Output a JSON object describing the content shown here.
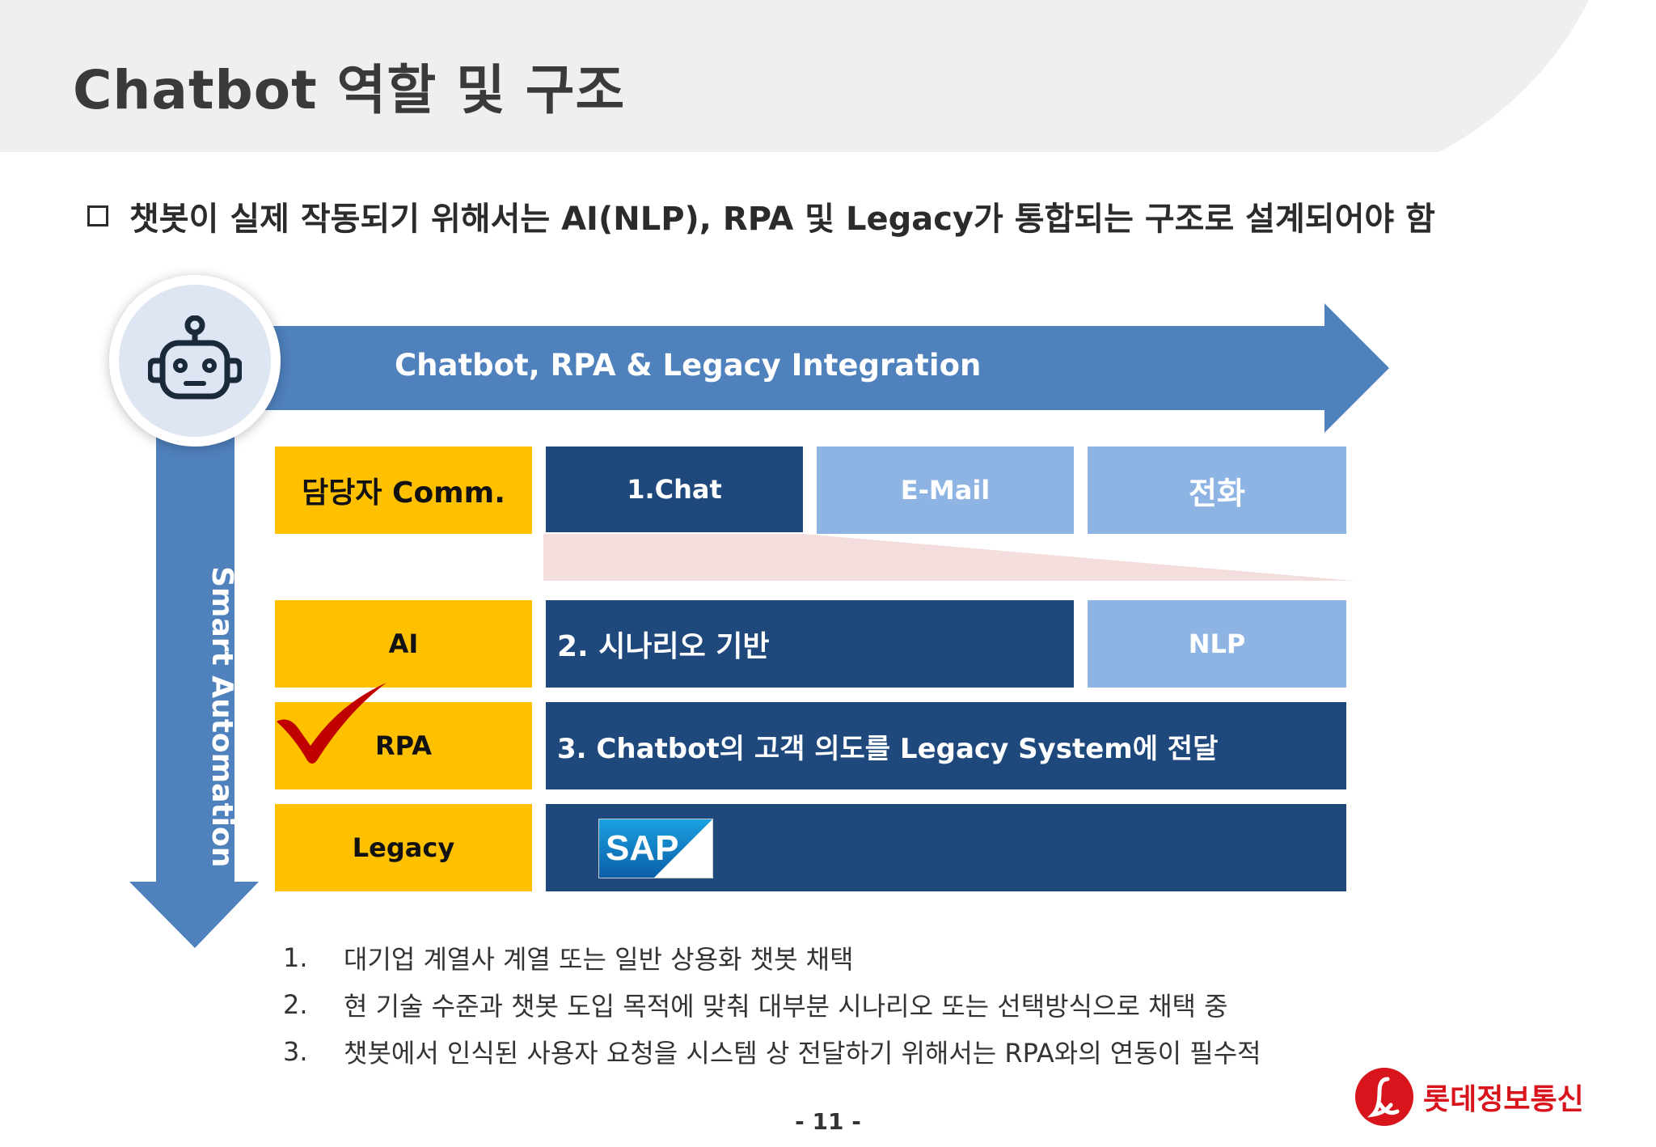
{
  "title": "Chatbot 역할 및 구조",
  "subtitle": "챗봇이 실제 작동되기 위해서는 AI(NLP), RPA 및 Legacy가 통합되는 구조로 설계되어야 함",
  "diagram": {
    "horizontal_arrow_label": "Chatbot, RPA & Legacy Integration",
    "vertical_arrow_label": "Smart Automation",
    "rows": {
      "comm": {
        "label": "담당자 Comm.",
        "chat": "1.Chat",
        "email": "E-Mail",
        "phone": "전화"
      },
      "ai": {
        "label": "AI",
        "scenario": "2. 시나리오 기반",
        "nlp": "NLP"
      },
      "rpa": {
        "label": "RPA",
        "delivery": "3. Chatbot의 고객 의도를 Legacy System에 전달"
      },
      "legacy": {
        "label": "Legacy",
        "sap_logo": "SAP"
      }
    }
  },
  "notes": [
    {
      "num": "1.",
      "text": "대기업 계열사 계열 또는 일반 상용화 챗봇 채택"
    },
    {
      "num": "2.",
      "text": "현 기술 수준과 챗봇 도입 목적에 맞춰 대부분 시나리오 또는 선택방식으로 채택 중"
    },
    {
      "num": "3.",
      "text": "챗봇에서 인식된 사용자 요청을 시스템 상 전달하기 위해서는 RPA와의 연동이 필수적"
    }
  ],
  "page_number": "- 11 -",
  "company_logo": "롯데정보통신",
  "colors": {
    "yellow": "#ffc000",
    "dark_blue": "#1f497d",
    "light_blue": "#8eb4e3",
    "arrow_blue": "#4f81bd",
    "check_red": "#c00000"
  }
}
